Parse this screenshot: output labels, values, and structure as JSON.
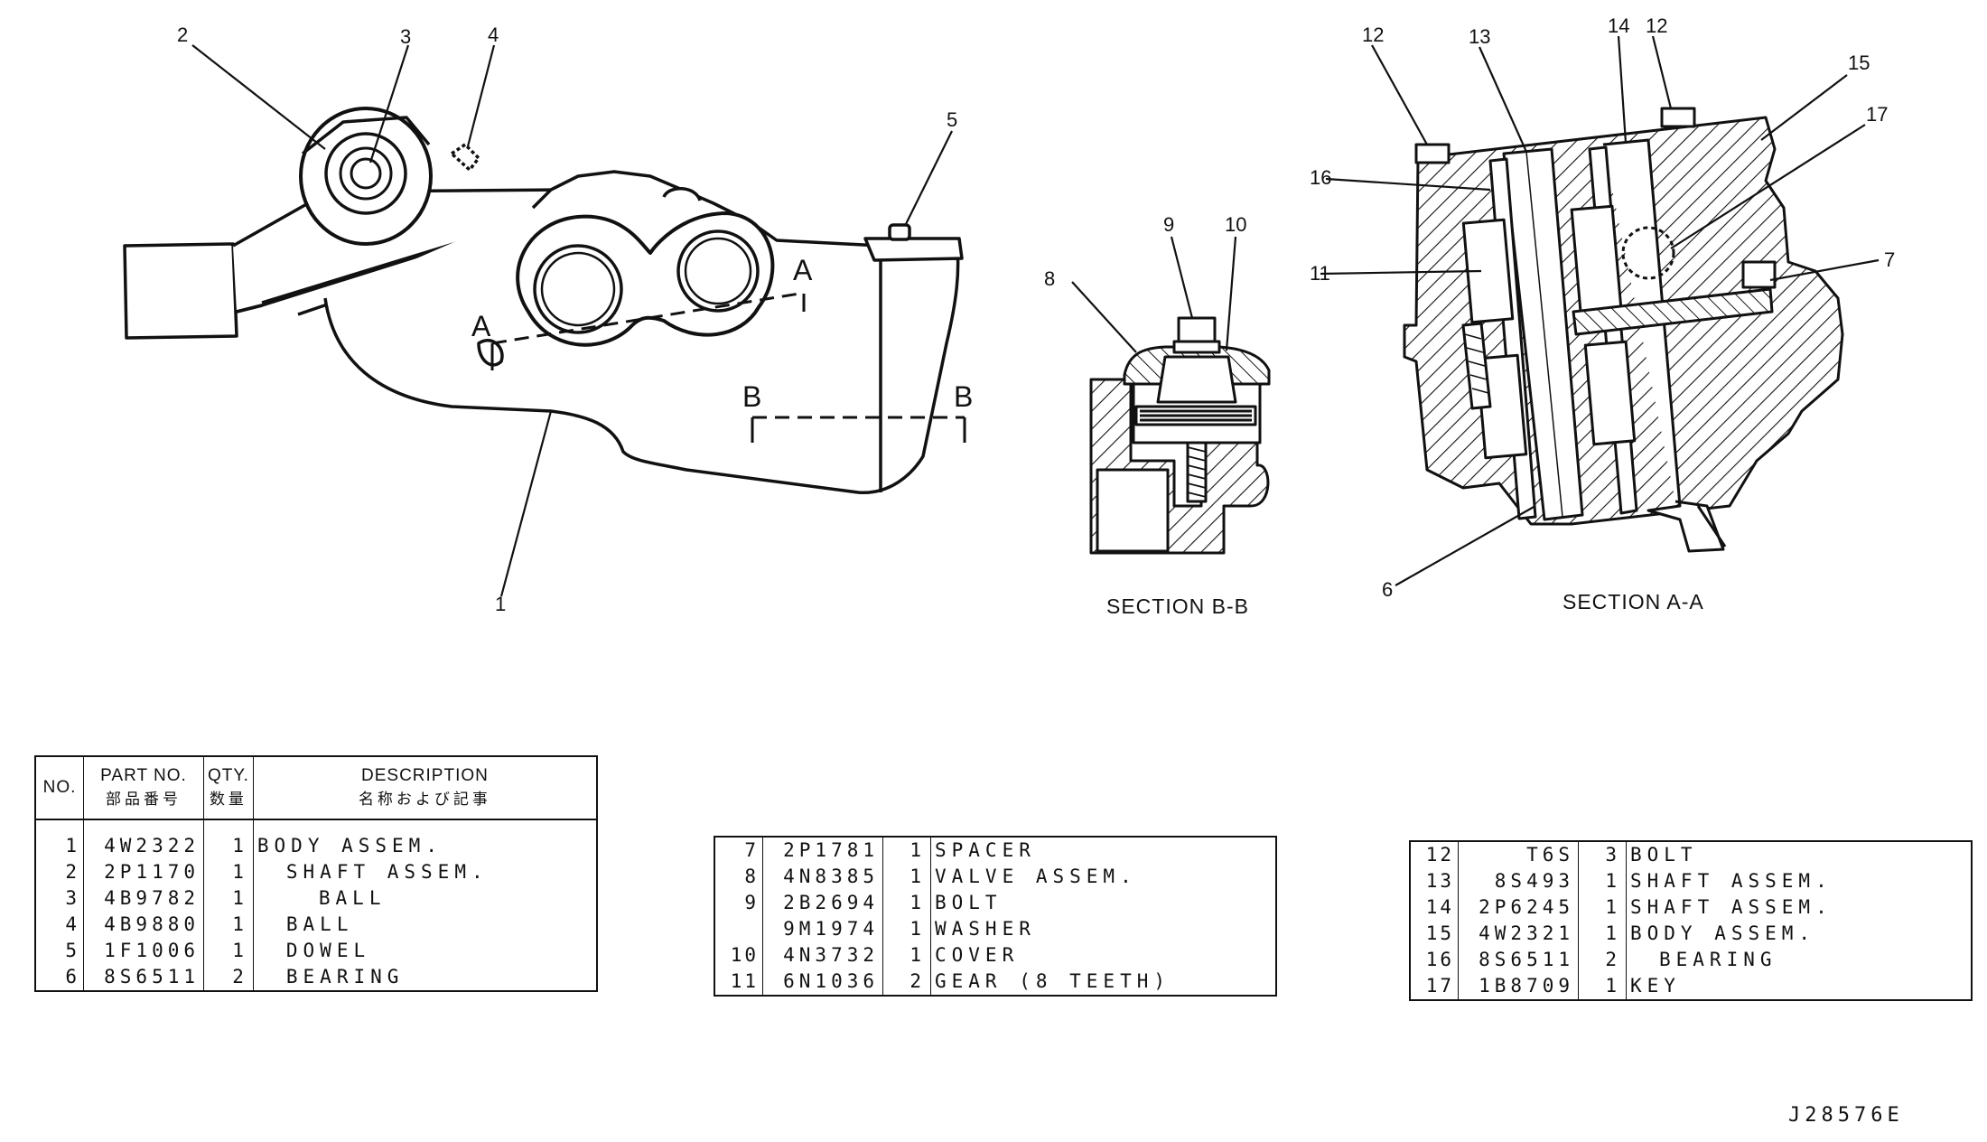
{
  "callouts": [
    "1",
    "2",
    "3",
    "4",
    "5",
    "6",
    "7",
    "8",
    "9",
    "10",
    "11",
    "12",
    "13",
    "14",
    "15",
    "16",
    "17"
  ],
  "section_marks": {
    "a": "A",
    "b": "B"
  },
  "section_captions": {
    "bb": "SECTION B-B",
    "aa": "SECTION A-A"
  },
  "table_header": {
    "no": "NO.",
    "part_no": "PART NO.",
    "part_no_jp": "部品番号",
    "qty": "QTY.",
    "qty_jp": "数量",
    "description": "DESCRIPTION",
    "description_jp": "名称および記事"
  },
  "parts_left": [
    {
      "no": "1",
      "part": "4W2322",
      "qty": "1",
      "desc": "BODY ASSEM.",
      "indent": 0
    },
    {
      "no": "2",
      "part": "2P1170",
      "qty": "1",
      "desc": "SHAFT ASSEM.",
      "indent": 1
    },
    {
      "no": "3",
      "part": "4B9782",
      "qty": "1",
      "desc": "BALL",
      "indent": 2
    },
    {
      "no": "4",
      "part": "4B9880",
      "qty": "1",
      "desc": "BALL",
      "indent": 1
    },
    {
      "no": "5",
      "part": "1F1006",
      "qty": "1",
      "desc": "DOWEL",
      "indent": 1
    },
    {
      "no": "6",
      "part": "8S6511",
      "qty": "2",
      "desc": "BEARING",
      "indent": 1
    }
  ],
  "parts_middle": [
    {
      "no": "7",
      "part": "2P1781",
      "qty": "1",
      "desc": "SPACER",
      "indent": 0
    },
    {
      "no": "8",
      "part": "4N8385",
      "qty": "1",
      "desc": "VALVE ASSEM.",
      "indent": 0
    },
    {
      "no": "9",
      "part": "2B2694",
      "qty": "1",
      "desc": "BOLT",
      "indent": 0
    },
    {
      "no": "",
      "part": "9M1974",
      "qty": "1",
      "desc": "WASHER",
      "indent": 0
    },
    {
      "no": "10",
      "part": "4N3732",
      "qty": "1",
      "desc": "COVER",
      "indent": 0
    },
    {
      "no": "11",
      "part": "6N1036",
      "qty": "2",
      "desc": "GEAR (8 TEETH)",
      "indent": 0
    }
  ],
  "parts_right": [
    {
      "no": "12",
      "part": "T6S",
      "qty": "3",
      "desc": "BOLT",
      "indent": 0
    },
    {
      "no": "13",
      "part": "8S493",
      "qty": "1",
      "desc": "SHAFT ASSEM.",
      "indent": 0
    },
    {
      "no": "14",
      "part": "2P6245",
      "qty": "1",
      "desc": "SHAFT ASSEM.",
      "indent": 0
    },
    {
      "no": "15",
      "part": "4W2321",
      "qty": "1",
      "desc": "BODY ASSEM.",
      "indent": 0
    },
    {
      "no": "16",
      "part": "8S6511",
      "qty": "2",
      "desc": "BEARING",
      "indent": 1
    },
    {
      "no": "17",
      "part": "1B8709",
      "qty": "1",
      "desc": "KEY",
      "indent": 0
    }
  ],
  "drawing_code": "J28576E"
}
